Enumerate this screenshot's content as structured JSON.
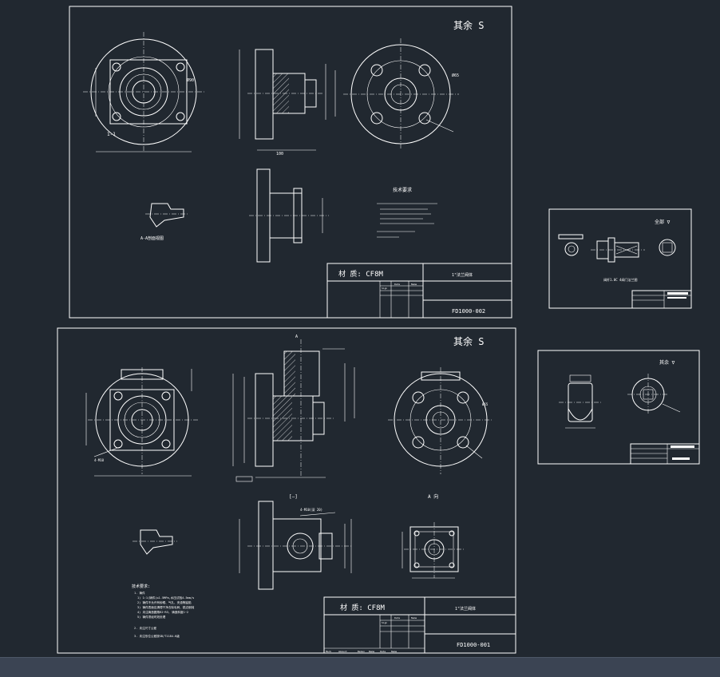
{
  "sheets": {
    "sheet1": {
      "title": "其余 S",
      "material": "材 质: CF8M",
      "part_name": "1\"法兰阀体",
      "drawing_no": "FD1000-002",
      "notes_heading": "技术要求",
      "title_cols": [
        "Sign",
        "Date",
        "Name"
      ],
      "labels": {
        "view1": "1-1",
        "section_tag": "A-A剖面视图"
      }
    },
    "sheet2": {
      "title": "其余 S",
      "material": "材 质: CF8M",
      "part_name": "1\"法兰阀体",
      "drawing_no": "FD1000-001",
      "notes_heading": "技术要求:",
      "section_label": "[—]",
      "view_label": "A 向",
      "thread_note": "4-M10(深 20)",
      "title_cols": [
        "Sign",
        "Date",
        "Name"
      ],
      "bottom_row": [
        "Mark",
        "Amount",
        "Bekan",
        "Name",
        "Date",
        "Name"
      ],
      "notes": [
        "1. 铸件",
        "1) 1:1(铸件)≤1.5MPa,水压试验4.5mm/s",
        "2) 铸件不允许有砂眼、气孔、夹渣等缺陷",
        "3) 铸件表面应清理干净去除毛刺、锐边倒钝",
        "4) 未注铸造圆角R2~R3, 铸造斜度1~2",
        "5) 铸件须经时效处理",
        "2. 未注尺寸公差",
        "3. 未注形位公差按GB/T1184-K级"
      ]
    },
    "sheet3": {
      "title": "全部 ∇",
      "caption": "阀杆1.0C 4阀门法兰图"
    },
    "sheet4": {
      "title": "其余 ∇"
    }
  }
}
